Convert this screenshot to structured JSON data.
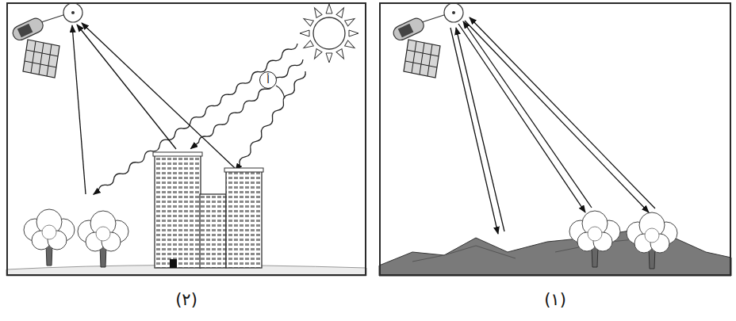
{
  "diagram": {
    "nodes": [
      {
        "text": [
          "(١)"
        ]
      },
      {
        "text": [
          "(٢)"
        ]
      }
    ],
    "labels": [
      "أ"
    ]
  }
}
